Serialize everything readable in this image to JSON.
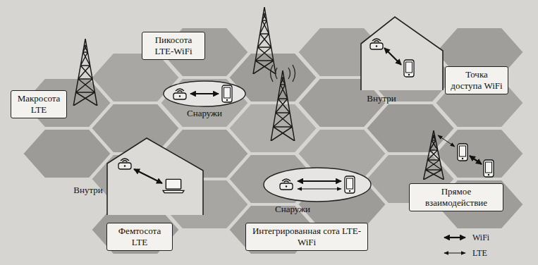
{
  "diagram": {
    "nodes": [
      {
        "text": [
          "Пикосота LTE-WiFi"
        ]
      },
      {
        "text": [
          "Точка доступа WiFi"
        ]
      },
      {
        "text": [
          "Макросота LTE"
        ]
      },
      {
        "text": [
          "Прямое взаимодействие"
        ]
      },
      {
        "text": [
          "Фемтосота LTE"
        ]
      },
      {
        "text": [
          "Интегрированная сота LTE-WiFi"
        ]
      }
    ],
    "labels": [
      "Внутри",
      "Снаружи",
      "Внутри",
      "Снаружи"
    ],
    "legend": [
      {
        "text": "WiFi"
      },
      {
        "text": "LTE"
      }
    ]
  }
}
